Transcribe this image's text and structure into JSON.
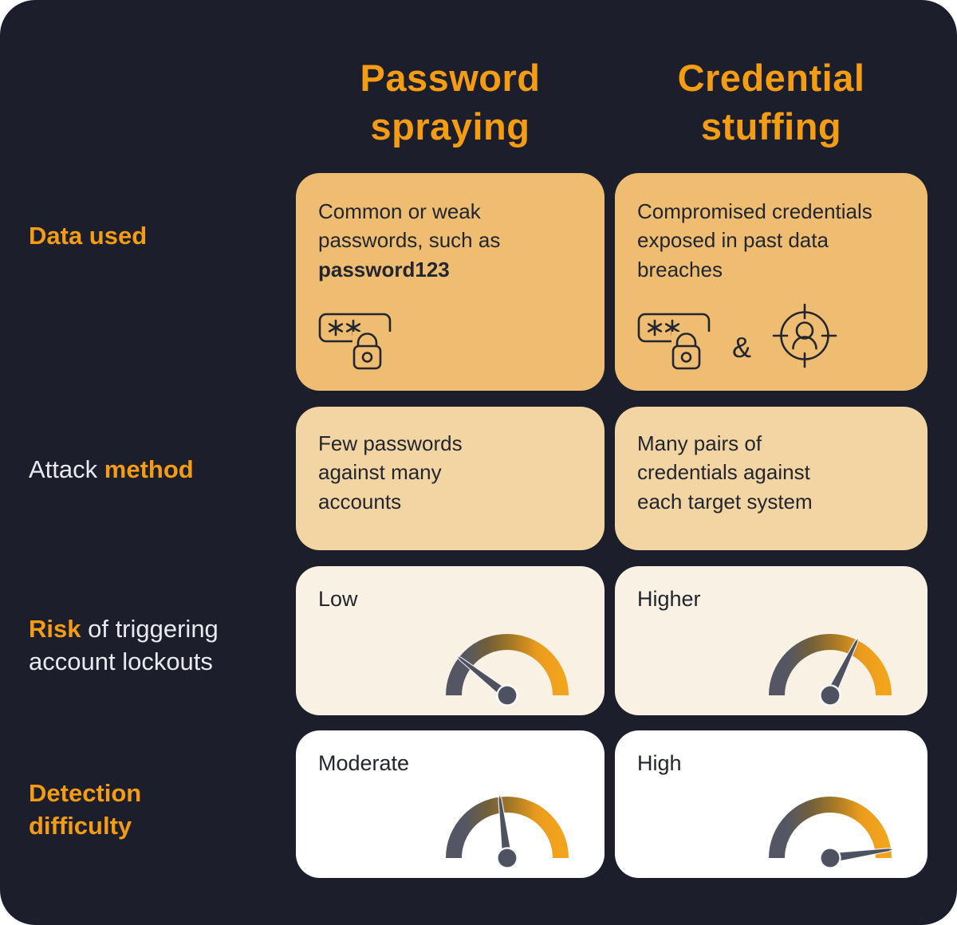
{
  "title": "Password spraying vs Credential stuffing comparison",
  "colors": {
    "panel-bg": "#1c1e2b",
    "accent": "#f49c12",
    "text-light": "#e9e9ee",
    "text-dark": "#23252f",
    "row1-card": "#eebd72",
    "row2-card": "#f2d5a3",
    "row3-card": "#f8f1e4",
    "row4-card": "#ffffff",
    "gauge-gray": "#545763",
    "gauge-orange": "#f2a41d",
    "needle": "#4e5260"
  },
  "columns": [
    {
      "title": "Password\nspraying"
    },
    {
      "title": "Credential\nstuffing"
    }
  ],
  "rows": [
    {
      "label": {
        "accent": "Data used"
      },
      "cells": [
        {
          "text": "Common or weak\npasswords, such as\n",
          "bold": "password123",
          "icons": [
            "password-field-icon",
            "padlock-icon"
          ]
        },
        {
          "text": "Compromised credentials\nexposed in past data\nbreaches",
          "amp": "&",
          "icons": [
            "password-field-icon",
            "padlock-icon",
            "target-person-icon"
          ]
        }
      ]
    },
    {
      "label": {
        "pre": "Attack ",
        "accent": "method"
      },
      "cells": [
        {
          "text": "Few passwords\nagainst many\naccounts"
        },
        {
          "text": "Many pairs of\ncredentials against\neach target system"
        }
      ]
    },
    {
      "label": {
        "accent": "Risk",
        "rest": " of triggering\naccount lockouts"
      },
      "cells": [
        {
          "value": "Low",
          "gauge_angle": 142
        },
        {
          "value": "Higher",
          "gauge_angle": 64
        }
      ]
    },
    {
      "label": {
        "accent": "Detection\ndifficulty"
      },
      "cells": [
        {
          "value": "Moderate",
          "gauge_angle": 97
        },
        {
          "value": "High",
          "gauge_angle": 8
        }
      ]
    }
  ]
}
